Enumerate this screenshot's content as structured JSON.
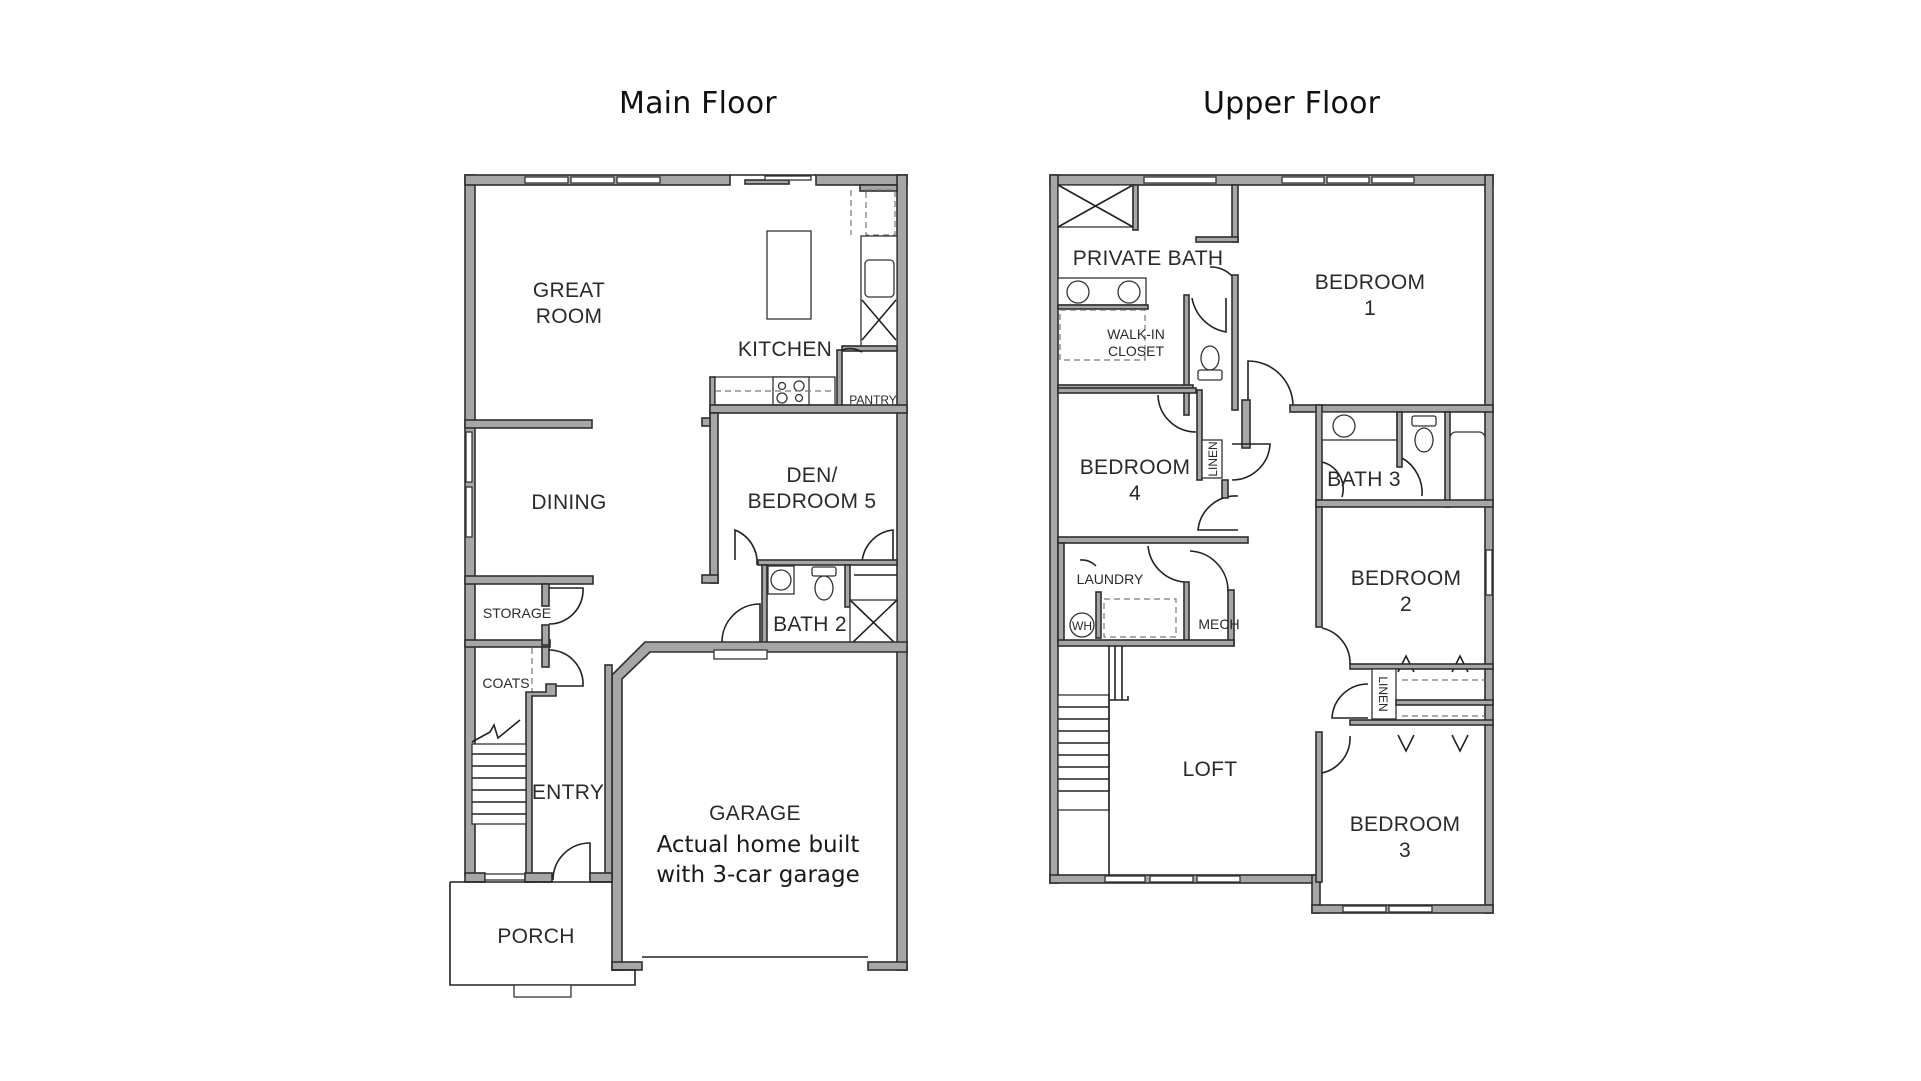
{
  "titles": {
    "main_floor": "Main Floor",
    "upper_floor": "Upper Floor"
  },
  "main_floor": {
    "rooms": {
      "great_room_line1": "GREAT",
      "great_room_line2": "ROOM",
      "kitchen": "KITCHEN",
      "pantry": "PANTRY",
      "dining": "DINING",
      "den_line1": "DEN/",
      "den_line2": "BEDROOM 5",
      "storage": "STORAGE",
      "coats": "COATS",
      "bath2": "BATH 2",
      "entry": "ENTRY",
      "garage": "GARAGE",
      "porch": "PORCH"
    },
    "garage_note_line1": "Actual home built",
    "garage_note_line2": "with 3-car garage"
  },
  "upper_floor": {
    "rooms": {
      "private_bath": "PRIVATE BATH",
      "walk_in_line1": "WALK-IN",
      "walk_in_line2": "CLOSET",
      "bedroom1_line1": "BEDROOM",
      "bedroom1_line2": "1",
      "bedroom4_line1": "BEDROOM",
      "bedroom4_line2": "4",
      "linen_1": "LINEN",
      "bath3": "BATH 3",
      "laundry": "LAUNDRY",
      "water_heater": "WH",
      "mech": "MECH",
      "bedroom2_line1": "BEDROOM",
      "bedroom2_line2": "2",
      "linen_2": "LINEN",
      "loft": "LOFT",
      "bedroom3_line1": "BEDROOM",
      "bedroom3_line2": "3"
    }
  },
  "colors": {
    "wall_fill": "#a6a6a6",
    "wall_outline": "#2e2e2e",
    "background": "#ffffff",
    "text": "#2a2a2a"
  }
}
